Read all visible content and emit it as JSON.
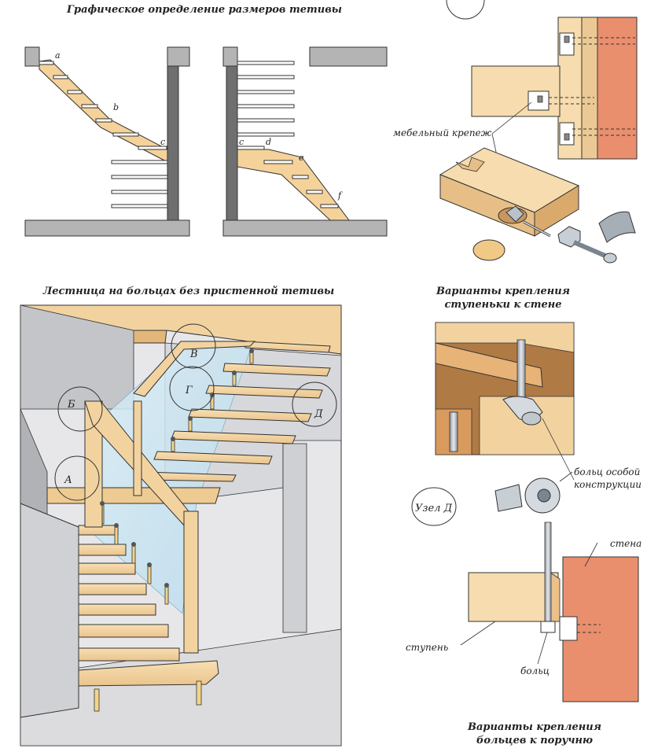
{
  "captions": {
    "stringer_sizing": "Графическое определение размеров тетивы",
    "bolt_stair": "Лестница на больцах без пристенной тетивы",
    "wall_mount_line1": "Варианты крепления",
    "wall_mount_line2": "ступеньки к стене",
    "rail_mount_line1": "Варианты крепления",
    "rail_mount_line2": "больцев к поручню"
  },
  "labels": {
    "furniture_fastener": "мебельный крепеж",
    "special_bolt_line1": "больц особой",
    "special_bolt_line2": "конструкции",
    "wall": "стена",
    "step": "ступень",
    "bolt": "больц",
    "node_d": "Узел Д"
  },
  "stringer_points": {
    "left": [
      "a",
      "b",
      "c"
    ],
    "right": [
      "c",
      "d",
      "e",
      "f"
    ]
  },
  "stair_nodes": [
    "А",
    "Б",
    "В",
    "Г",
    "Д"
  ],
  "colors": {
    "wood": "#f5d5a0",
    "wood_dark": "#e3b77a",
    "wall_gray": "#a9a9a9",
    "brick": "#e98f6e",
    "glass": "#cde6f2",
    "beam_dark": "#b07a45"
  }
}
